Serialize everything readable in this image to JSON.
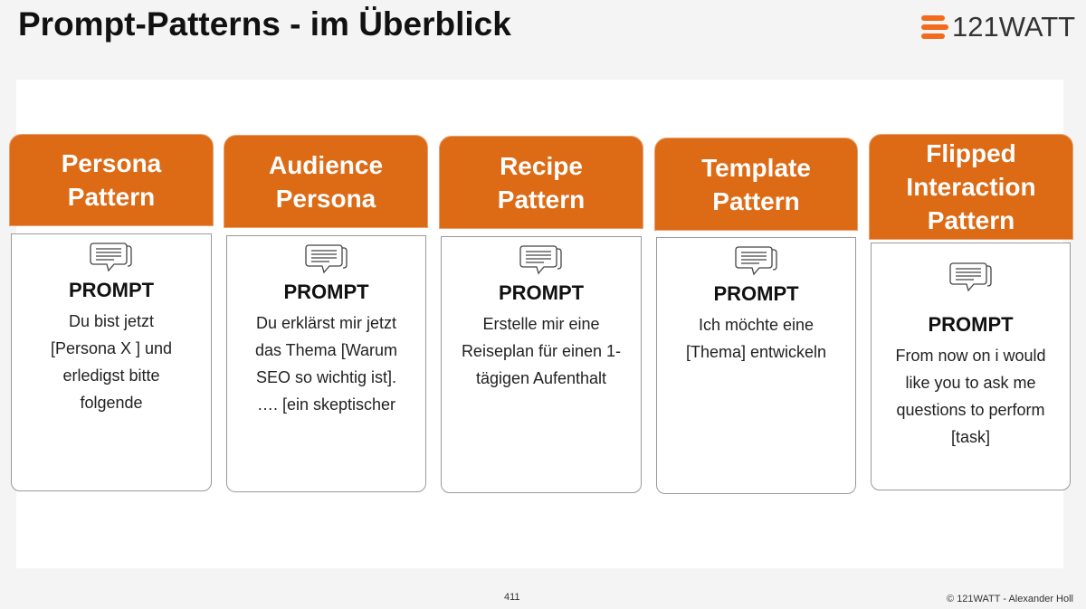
{
  "title": "Prompt-Patterns - im Überblick",
  "logo": {
    "text": "121WATT",
    "color": "#f26a1b"
  },
  "accent": "#dd6a14",
  "cards": [
    {
      "title": "Persona Pattern",
      "prompt_label": "PROMPT",
      "icon": "chat-bubbles-icon",
      "text": "Du bist jetzt [Persona X ] und erledigst bitte folgende"
    },
    {
      "title": "Audience Persona",
      "prompt_label": "PROMPT",
      "icon": "chat-bubbles-icon",
      "text": "Du erklärst mir jetzt das Thema [Warum SEO so wichtig ist]. …. [ein skeptischer"
    },
    {
      "title": "Recipe Pattern",
      "prompt_label": "PROMPT",
      "icon": "chat-bubbles-icon",
      "text": "Erstelle mir eine Reiseplan für einen 1-tägigen Aufenthalt"
    },
    {
      "title": "Template Pattern",
      "prompt_label": "PROMPT",
      "icon": "chat-bubbles-icon",
      "text": "Ich möchte eine [Thema] entwickeln"
    },
    {
      "title": "Flipped Interaction Pattern",
      "prompt_label": "PROMPT",
      "icon": "chat-bubbles-icon",
      "text": "From now on i would like you to ask me questions to perform [task]"
    }
  ],
  "page_number": "411",
  "copyright": "© 121WATT - Alexander Holl"
}
